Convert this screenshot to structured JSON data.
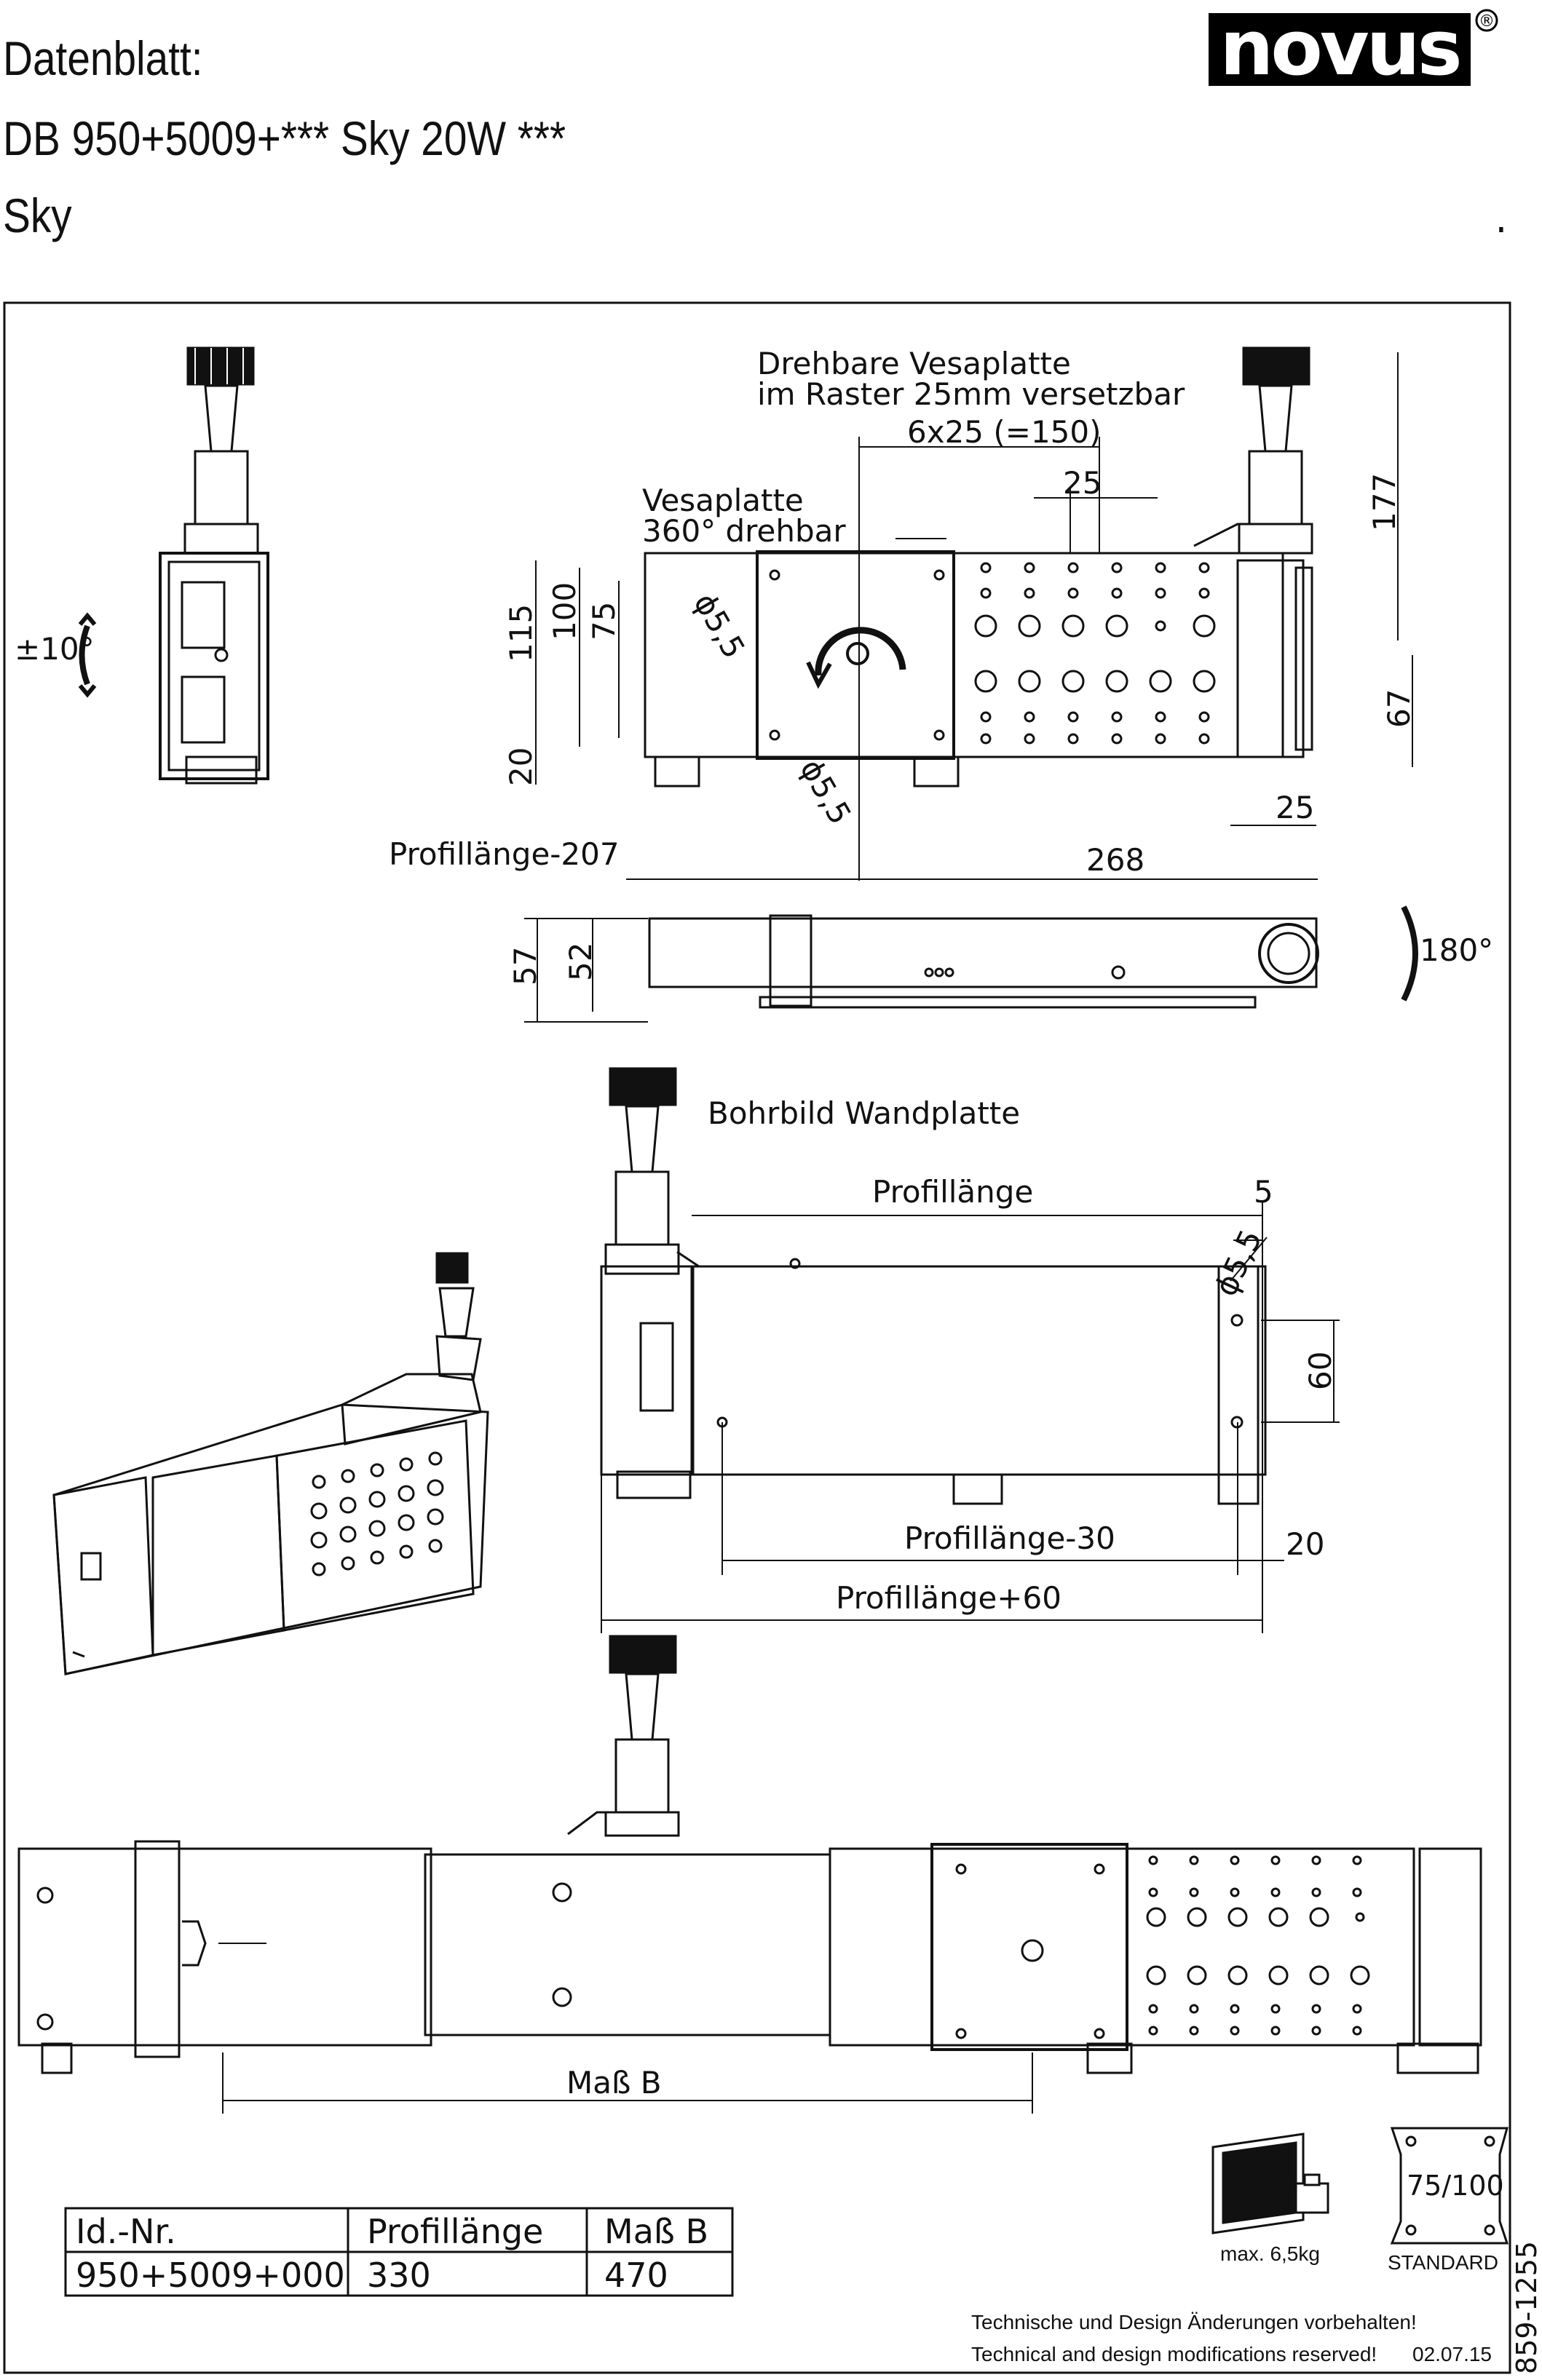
{
  "header": {
    "line1": "Datenblatt:",
    "line2": "DB 950+5009+*** Sky 20W ***",
    "line3": "Sky",
    "dot": "."
  },
  "logo": {
    "text": "novus",
    "mark": "®"
  },
  "annotations": {
    "rotatable_plate_1": "Drehbare Vesaplatte",
    "rotatable_plate_2": "im Raster 25mm versetzbar",
    "vesa_plate_1": "Vesaplatte",
    "vesa_plate_2": "360° drehbar",
    "tilt": "±10°",
    "rotate": "180°",
    "wall_plate": "Bohrbild Wandplatte"
  },
  "dimensions": {
    "d_6x25": "6x25 (=150)",
    "d_25_top": "25",
    "d_177": "177",
    "d_67": "67",
    "d_115": "115",
    "d_100": "100",
    "d_75": "75",
    "d_20_left": "20",
    "d_phi55_a": "ϕ5,5",
    "d_phi55_b": "ϕ5,5",
    "d_25_right": "25",
    "d_profil_207": "Profillänge-207",
    "d_268": "268",
    "d_57": "57",
    "d_52": "52",
    "d_profil": "Profillänge",
    "d_5": "5",
    "d_phi55_c": "ϕ5,5",
    "d_60": "60",
    "d_profil_30": "Profillänge-30",
    "d_20_bottom": "20",
    "d_profil_60": "Profillänge+60",
    "d_mass_b": "Maß B"
  },
  "table": {
    "headers": [
      "Id.-Nr.",
      "Profillänge",
      "Maß B"
    ],
    "rows": [
      [
        "950+5009+000",
        "330",
        "470"
      ]
    ]
  },
  "icons": {
    "weight_label": "max. 6,5kg",
    "vesa_label": "75/100",
    "vesa_standard": "STANDARD"
  },
  "footer": {
    "note_de": "Technische und Design Änderungen vorbehalten!",
    "note_en": "Technical and design modifications reserved!",
    "date": "02.07.15",
    "doc_number": "859-1255"
  }
}
